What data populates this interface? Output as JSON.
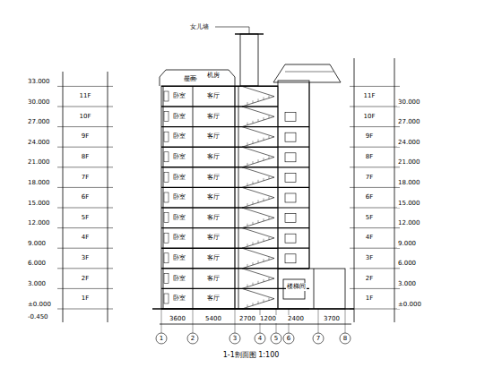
{
  "diagram": {
    "caption": "1-1剖面图 1:100",
    "labels": [
      "-0.450",
      "±0.000",
      "3.000",
      "6.000",
      "9.000",
      "12.000",
      "15.000",
      "18.000",
      "21.000",
      "24.000",
      "27.000",
      "30.000",
      "33.000",
      "1F",
      "2F",
      "3F",
      "4F",
      "5F",
      "6F",
      "7F",
      "8F",
      "9F",
      "10F",
      "11F",
      "1F",
      "2F",
      "3F",
      "4F",
      "5F",
      "6F",
      "7F",
      "8F",
      "9F",
      "10F",
      "11F",
      "±0.000",
      "3.000",
      "6.000",
      "9.000",
      "12.000",
      "15.000",
      "18.000",
      "21.000",
      "24.000",
      "27.000",
      "30.000",
      "卧室",
      "卧室",
      "卧室",
      "卧室",
      "卧室",
      "卧室",
      "卧室",
      "卧室",
      "卧室",
      "卧室",
      "卧室",
      "客厅",
      "客厅",
      "客厅",
      "客厅",
      "客厅",
      "客厅",
      "客厅",
      "客厅",
      "客厅",
      "客厅",
      "客厅",
      "3600",
      "5400",
      "2700",
      "1200",
      "2400",
      "3700",
      "1",
      "2",
      "3",
      "4",
      "5",
      "6",
      "7",
      "8",
      "屋面",
      "机房",
      "女儿墙",
      "楼梯间"
    ]
  }
}
